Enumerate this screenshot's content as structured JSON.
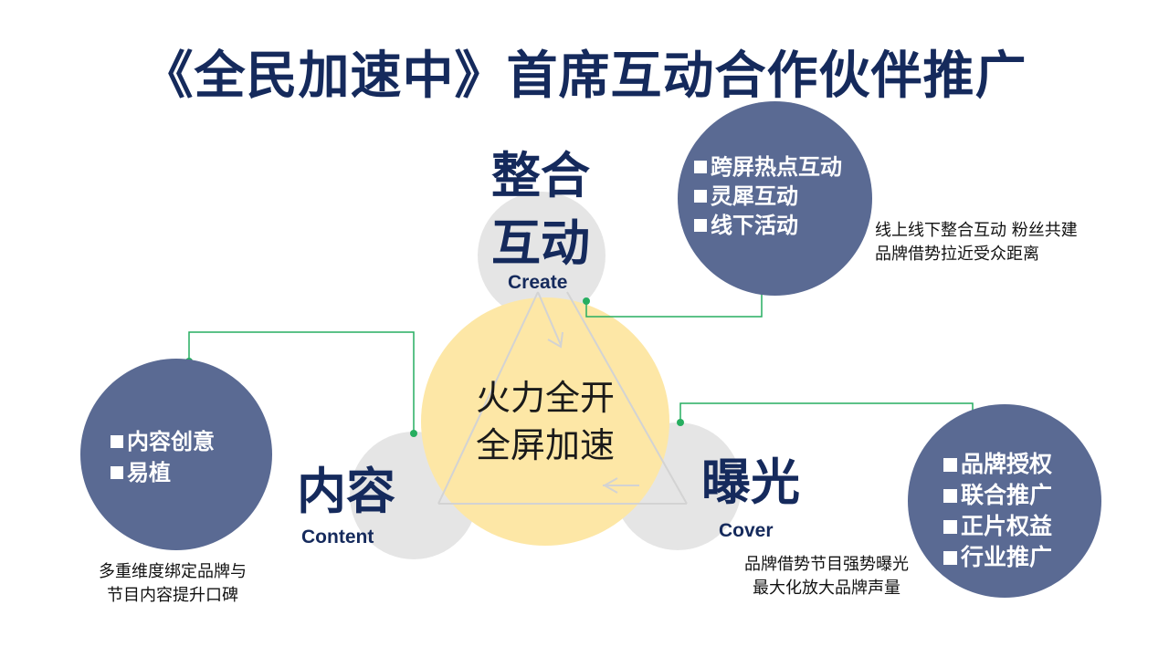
{
  "title": "《全民加速中》首席互动合作伙伴推广",
  "center": {
    "line1": "火力全开",
    "line2": "全屏加速"
  },
  "create": {
    "cn_line1": "整合",
    "cn_line2": "互动",
    "en": "Create"
  },
  "content": {
    "cn": "内容",
    "en": "Content"
  },
  "cover": {
    "cn": "曝光",
    "en": "Cover"
  },
  "bubbles": {
    "top_right": {
      "items": [
        "跨屏热点互动",
        "灵犀互动",
        "线下活动"
      ]
    },
    "left": {
      "items": [
        "内容创意",
        "易植"
      ]
    },
    "bottom_right": {
      "items": [
        "品牌授权",
        "联合推广",
        "正片权益",
        "行业推广"
      ]
    }
  },
  "notes": {
    "right_top": {
      "line1": "线上线下整合互动 粉丝共建",
      "line2": "品牌借势拉近受众距离"
    },
    "left_bottom": {
      "line1": "多重维度绑定品牌与",
      "line2": "节目内容提升口碑"
    },
    "right_bottom": {
      "line1": "品牌借势节目强势曝光",
      "line2": "最大化放大品牌声量"
    }
  },
  "colors": {
    "title": "#152a5c",
    "navy_bubble": "#5a6a93",
    "gray_circle": "#e5e5e5",
    "center_circle": "#fde7a6",
    "connector": "#27ae60"
  }
}
